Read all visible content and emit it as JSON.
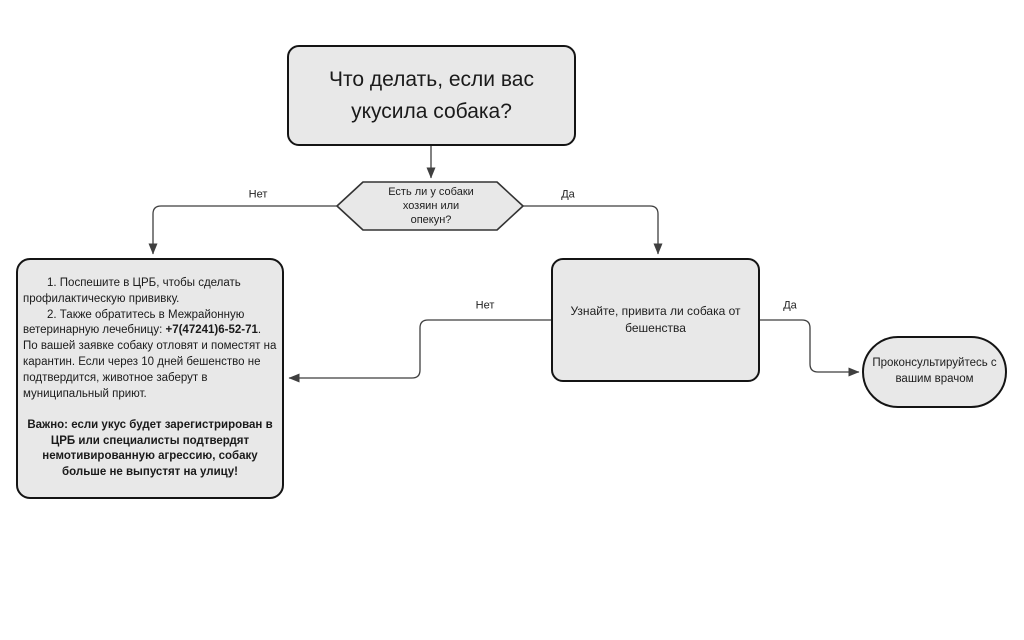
{
  "title": "Что делать, если вас укусила собака?",
  "colors": {
    "node_fill": "#e8e8e8",
    "node_border": "#141414",
    "edge_line": "#3f3f3f",
    "background": "#ffffff"
  },
  "nodes": {
    "start": {
      "shape": "rounded-rectangle",
      "text": "Что делать, если вас укусила собака?"
    },
    "decision_owner": {
      "shape": "hexagon",
      "text": "Есть ли у собаки хозяин или опекун?"
    },
    "instructions": {
      "shape": "rounded-rectangle",
      "step1": "1. Поспешите в ЦРБ, чтобы сделать профилактическую прививку.",
      "step2_pre": "2. Также обратитесь в Межрайонную ветеринарную лечебницу: ",
      "step2_phone": "+7(47241)6-52-71",
      "step2_post": ". По вашей заявке собаку отловят и поместят на карантин. Если через 10 дней бешенство не подтвердится, животное заберут в муниципальный приют.",
      "important": "Важно: если укус будет зарегистрирован в ЦРБ или специалисты подтвердят немотивированную агрессию, собаку больше не выпустят на улицу!"
    },
    "check_vaccination": {
      "shape": "rounded-rectangle",
      "text": "Узнайте, привита ли собака от бешенства"
    },
    "consult_doctor": {
      "shape": "terminator-oval",
      "text": "Проконсультируйтесь с вашим врачом"
    }
  },
  "edges": {
    "owner_no_label": "Нет",
    "owner_yes_label": "Да",
    "vaccinated_no_label": "Нет",
    "vaccinated_yes_label": "Да"
  }
}
